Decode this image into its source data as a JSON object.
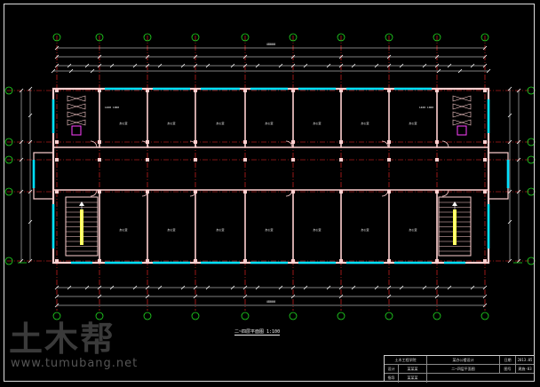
{
  "drawing": {
    "title": "二~四层平面图",
    "scale": "1:100",
    "total_dimension_top": "48000",
    "total_dimension_bottom": "48000",
    "room_label": "办公室",
    "annotation_left": "1400 1000",
    "annotation_right": "1400 1000"
  },
  "watermark": {
    "brand": "土木帮",
    "url": "www.tumubang.net"
  },
  "title_block": {
    "school": "土木工程学院",
    "project": "某办公楼设计",
    "sheet_name": "二~四层平面图",
    "row1_label": "设计",
    "row1_value": "某某某",
    "row2_label": "指导",
    "row2_value": "某某某",
    "sheet_no_label": "图号",
    "sheet_no": "建施-03",
    "date_label": "日期",
    "date": "2013.05"
  },
  "colors": {
    "background": "#000000",
    "axis_line": "#ff2a2a",
    "wall": "#ffd0d0",
    "dimension": "#ffffff",
    "axis_bubble": "#22dd22",
    "window": "#00e0ff",
    "stair_ramp": "#ffff44",
    "toilet": "#ff40ff"
  }
}
